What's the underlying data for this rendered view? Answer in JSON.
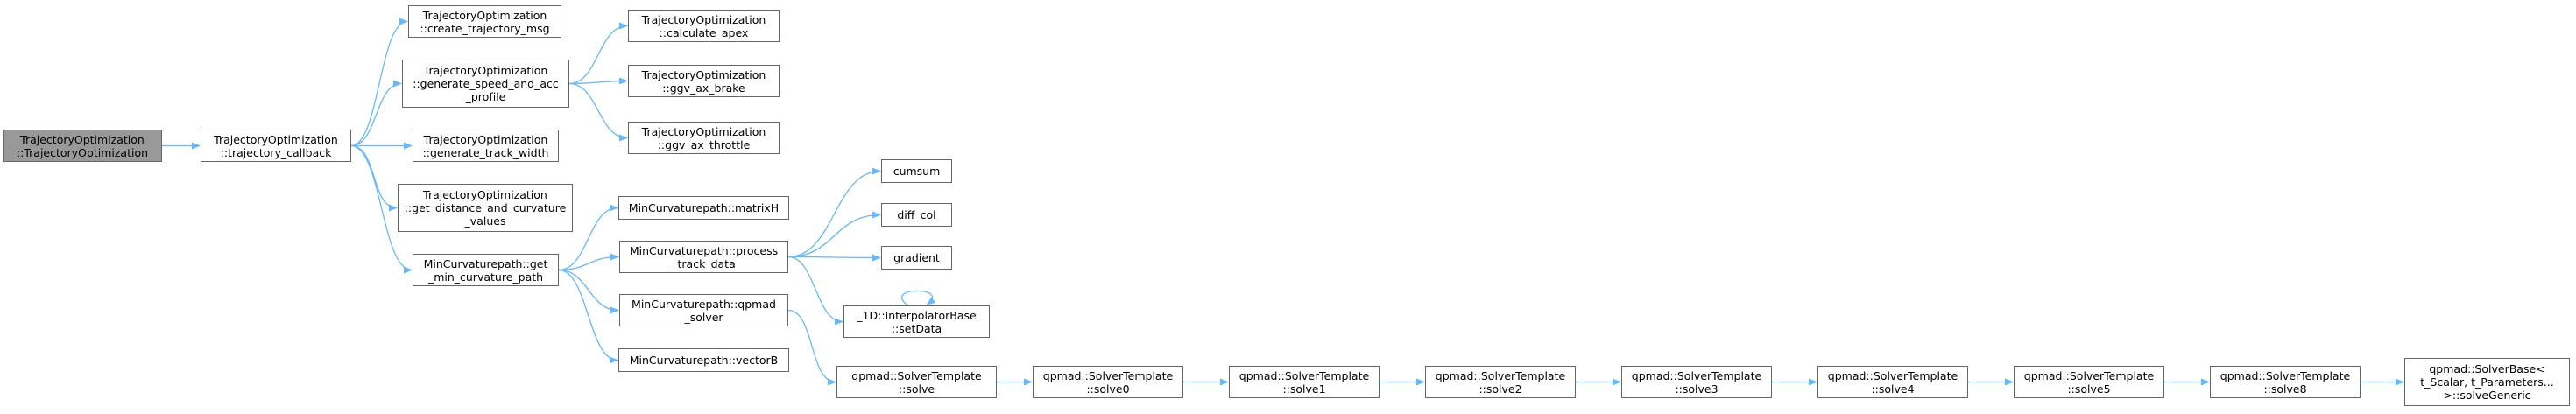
{
  "colors": {
    "edge": "#63b8ff",
    "node_border": "#666666",
    "root_fill": "#999999"
  },
  "nodes": [
    {
      "id": "root",
      "lines": [
        "TrajectoryOptimization",
        "::TrajectoryOptimization"
      ],
      "root": true
    },
    {
      "id": "traj_cb",
      "lines": [
        "TrajectoryOptimization",
        "::trajectory_callback"
      ]
    },
    {
      "id": "create_msg",
      "lines": [
        "TrajectoryOptimization",
        "::create_trajectory_msg"
      ]
    },
    {
      "id": "gen_speed",
      "lines": [
        "TrajectoryOptimization",
        "::generate_speed_and_acc",
        "_profile"
      ]
    },
    {
      "id": "gen_track",
      "lines": [
        "TrajectoryOptimization",
        "::generate_track_width"
      ]
    },
    {
      "id": "get_dist",
      "lines": [
        "TrajectoryOptimization",
        "::get_distance_and_curvature",
        "_values"
      ]
    },
    {
      "id": "get_min",
      "lines": [
        "MinCurvaturepath::get",
        "_min_curvature_path"
      ]
    },
    {
      "id": "calc_apex",
      "lines": [
        "TrajectoryOptimization",
        "::calculate_apex"
      ]
    },
    {
      "id": "ggv_brake",
      "lines": [
        "TrajectoryOptimization",
        "::ggv_ax_brake"
      ]
    },
    {
      "id": "ggv_throttle",
      "lines": [
        "TrajectoryOptimization",
        "::ggv_ax_throttle"
      ]
    },
    {
      "id": "matrixH",
      "lines": [
        "MinCurvaturepath::matrixH"
      ]
    },
    {
      "id": "process",
      "lines": [
        "MinCurvaturepath::process",
        "_track_data"
      ]
    },
    {
      "id": "qpmad_solver",
      "lines": [
        "MinCurvaturepath::qpmad",
        "_solver"
      ]
    },
    {
      "id": "vectorB",
      "lines": [
        "MinCurvaturepath::vectorB"
      ]
    },
    {
      "id": "cumsum",
      "lines": [
        "cumsum"
      ]
    },
    {
      "id": "diff_col",
      "lines": [
        "diff_col"
      ]
    },
    {
      "id": "gradient",
      "lines": [
        "gradient"
      ]
    },
    {
      "id": "setData",
      "lines": [
        "_1D::InterpolatorBase",
        "::setData"
      ]
    },
    {
      "id": "solve",
      "lines": [
        "qpmad::SolverTemplate",
        "::solve"
      ]
    },
    {
      "id": "solve0",
      "lines": [
        "qpmad::SolverTemplate",
        "::solve0"
      ]
    },
    {
      "id": "solve1",
      "lines": [
        "qpmad::SolverTemplate",
        "::solve1"
      ]
    },
    {
      "id": "solve2",
      "lines": [
        "qpmad::SolverTemplate",
        "::solve2"
      ]
    },
    {
      "id": "solve3",
      "lines": [
        "qpmad::SolverTemplate",
        "::solve3"
      ]
    },
    {
      "id": "solve4",
      "lines": [
        "qpmad::SolverTemplate",
        "::solve4"
      ]
    },
    {
      "id": "solve5",
      "lines": [
        "qpmad::SolverTemplate",
        "::solve5"
      ]
    },
    {
      "id": "solve8",
      "lines": [
        "qpmad::SolverTemplate",
        "::solve8"
      ]
    },
    {
      "id": "solveGeneric",
      "lines": [
        "qpmad::SolverBase<",
        "t_Scalar, t_Parameters...",
        ">::solveGeneric"
      ]
    }
  ],
  "edges": [
    [
      "root",
      "traj_cb"
    ],
    [
      "traj_cb",
      "create_msg"
    ],
    [
      "traj_cb",
      "gen_speed"
    ],
    [
      "traj_cb",
      "gen_track"
    ],
    [
      "traj_cb",
      "get_dist"
    ],
    [
      "traj_cb",
      "get_min"
    ],
    [
      "gen_speed",
      "calc_apex"
    ],
    [
      "gen_speed",
      "ggv_brake"
    ],
    [
      "gen_speed",
      "ggv_throttle"
    ],
    [
      "get_min",
      "matrixH"
    ],
    [
      "get_min",
      "process"
    ],
    [
      "get_min",
      "qpmad_solver"
    ],
    [
      "get_min",
      "vectorB"
    ],
    [
      "process",
      "cumsum"
    ],
    [
      "process",
      "diff_col"
    ],
    [
      "process",
      "gradient"
    ],
    [
      "process",
      "setData"
    ],
    [
      "setData",
      "setData"
    ],
    [
      "qpmad_solver",
      "solve"
    ],
    [
      "solve",
      "solve0"
    ],
    [
      "solve0",
      "solve1"
    ],
    [
      "solve1",
      "solve2"
    ],
    [
      "solve2",
      "solve3"
    ],
    [
      "solve3",
      "solve4"
    ],
    [
      "solve4",
      "solve5"
    ],
    [
      "solve5",
      "solve8"
    ],
    [
      "solve8",
      "solveGeneric"
    ]
  ]
}
